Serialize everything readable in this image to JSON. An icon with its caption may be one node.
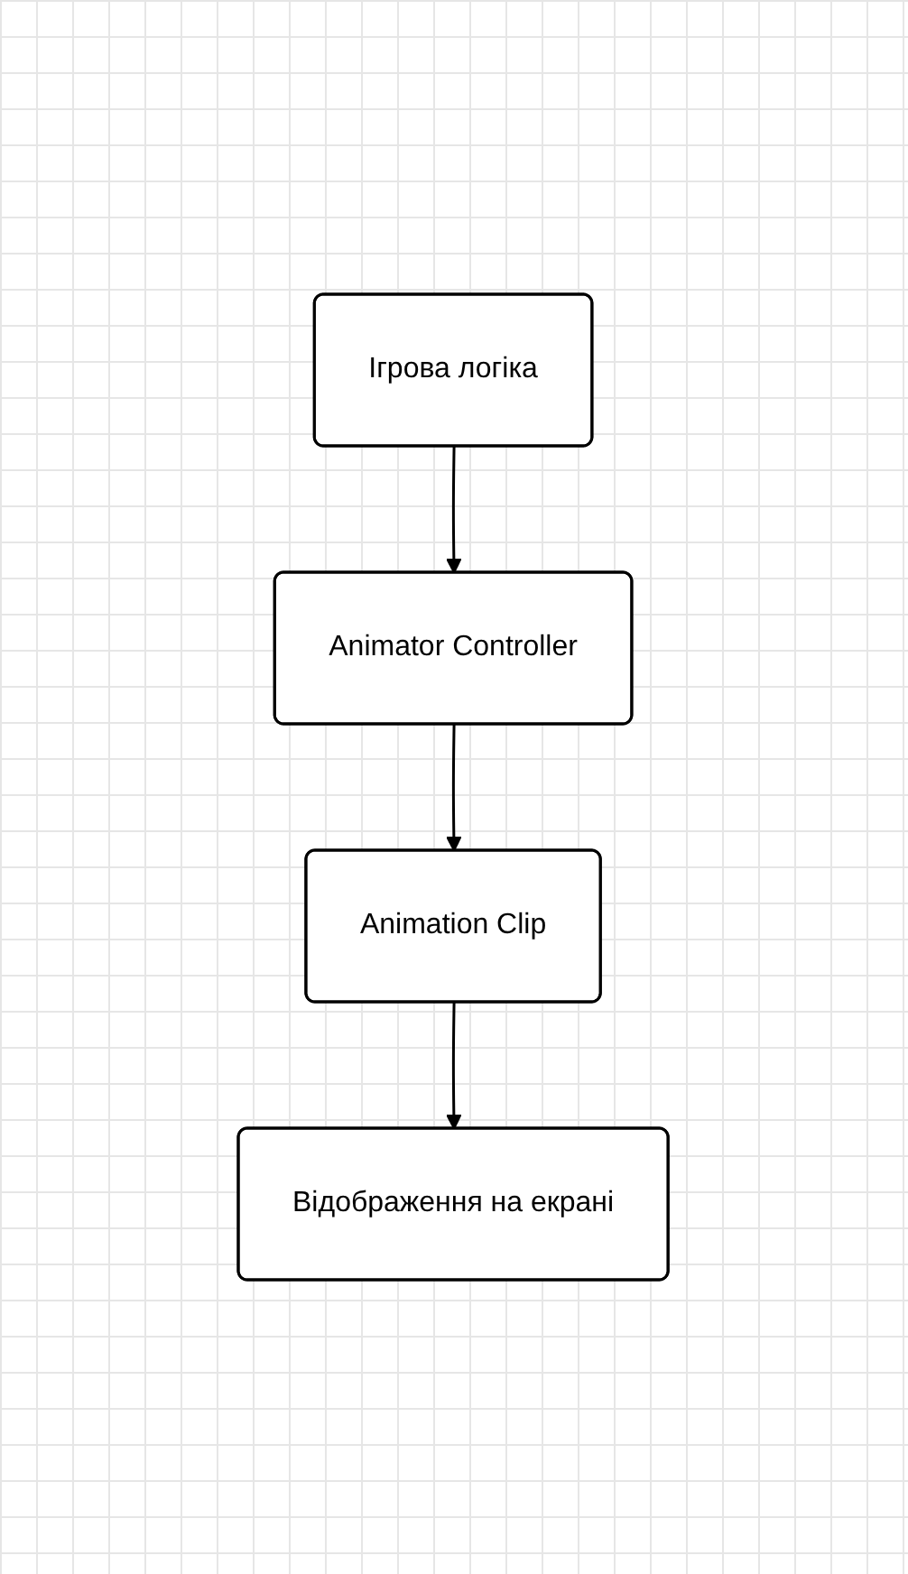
{
  "diagram": {
    "nodes": [
      {
        "text": [
          "Ігрова логіка"
        ]
      },
      {
        "text": [
          "Animator Controller"
        ]
      },
      {
        "text": [
          "Animation Clip"
        ]
      },
      {
        "text": [
          "Відображення на екрані"
        ]
      }
    ],
    "edges": [
      {
        "from": 0,
        "to": 1,
        "arrow": "to"
      },
      {
        "from": 1,
        "to": 2,
        "arrow": "to"
      },
      {
        "from": 2,
        "to": 3,
        "arrow": "to"
      }
    ]
  }
}
